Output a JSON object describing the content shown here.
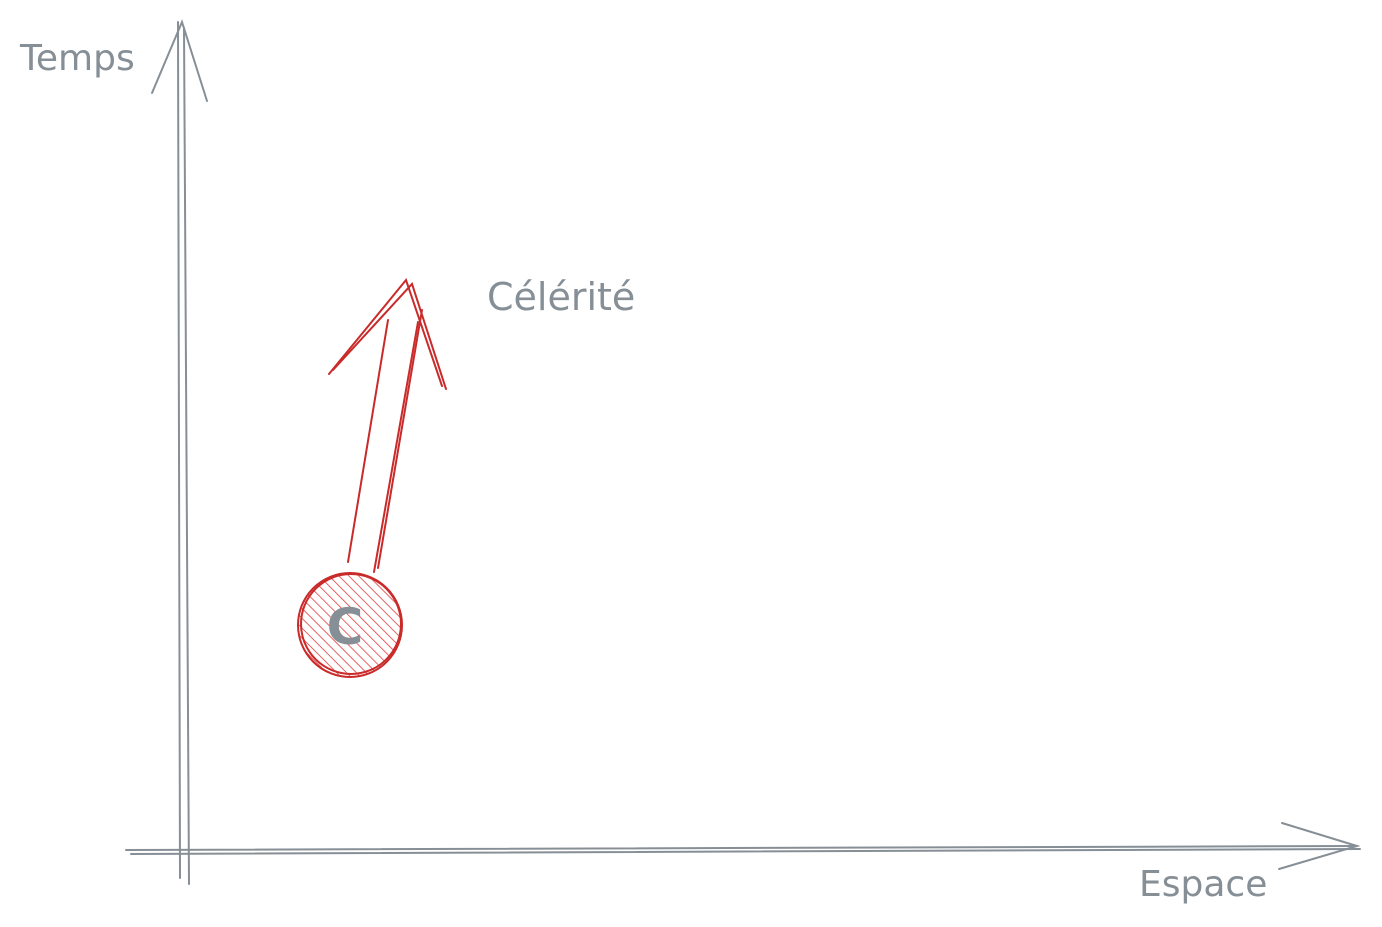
{
  "labels": {
    "time_axis": "Temps",
    "space_axis": "Espace",
    "vector": "Célérité",
    "point": "C"
  },
  "colors": {
    "axis": "#868e96",
    "accent": "#c92a2a",
    "text": "#868e96",
    "background": "#ffffff"
  }
}
